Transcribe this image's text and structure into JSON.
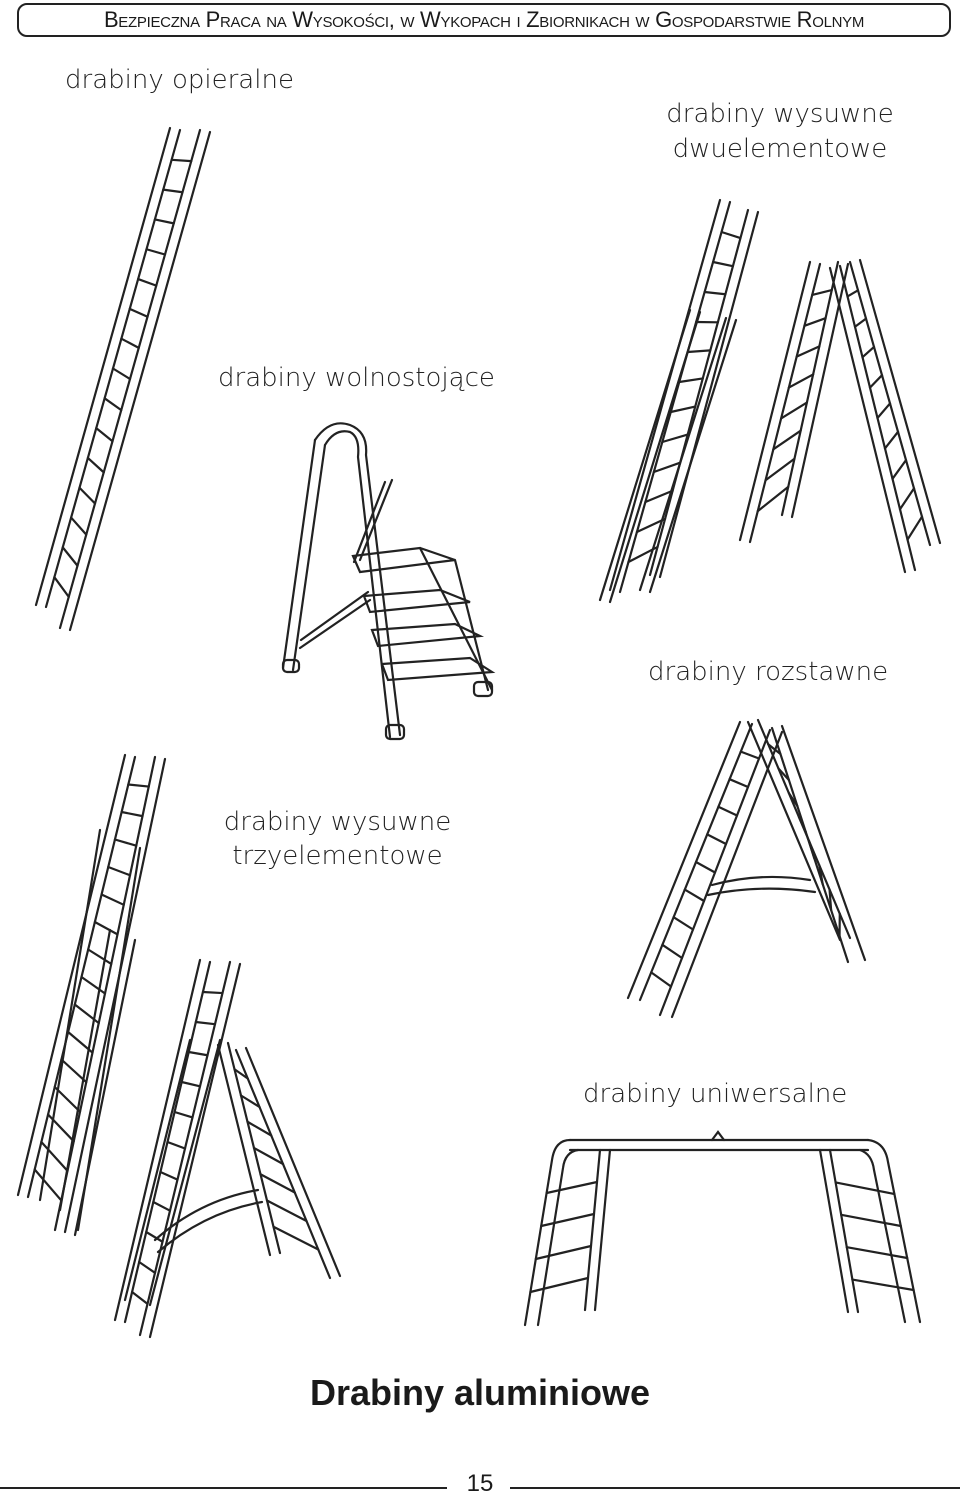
{
  "header": {
    "title": "Bezpieczna Praca na Wysokości, w Wykopach i Zbiornikach w Gospodarstwie Rolnym"
  },
  "labels": {
    "opieralne": "drabiny opieralne",
    "wysuwne_dwu_1": "drabiny wysuwne",
    "wysuwne_dwu_2": "dwuelementowe",
    "wolnostojace": "drabiny wolnostojące",
    "rozstawne": "drabiny rozstawne",
    "wysuwne_trzy_1": "drabiny wysuwne",
    "wysuwne_trzy_2": "trzyelementowe",
    "uniwersalne": "drabiny uniwersalne"
  },
  "caption": "Drabiny aluminiowe",
  "page_number": "15"
}
